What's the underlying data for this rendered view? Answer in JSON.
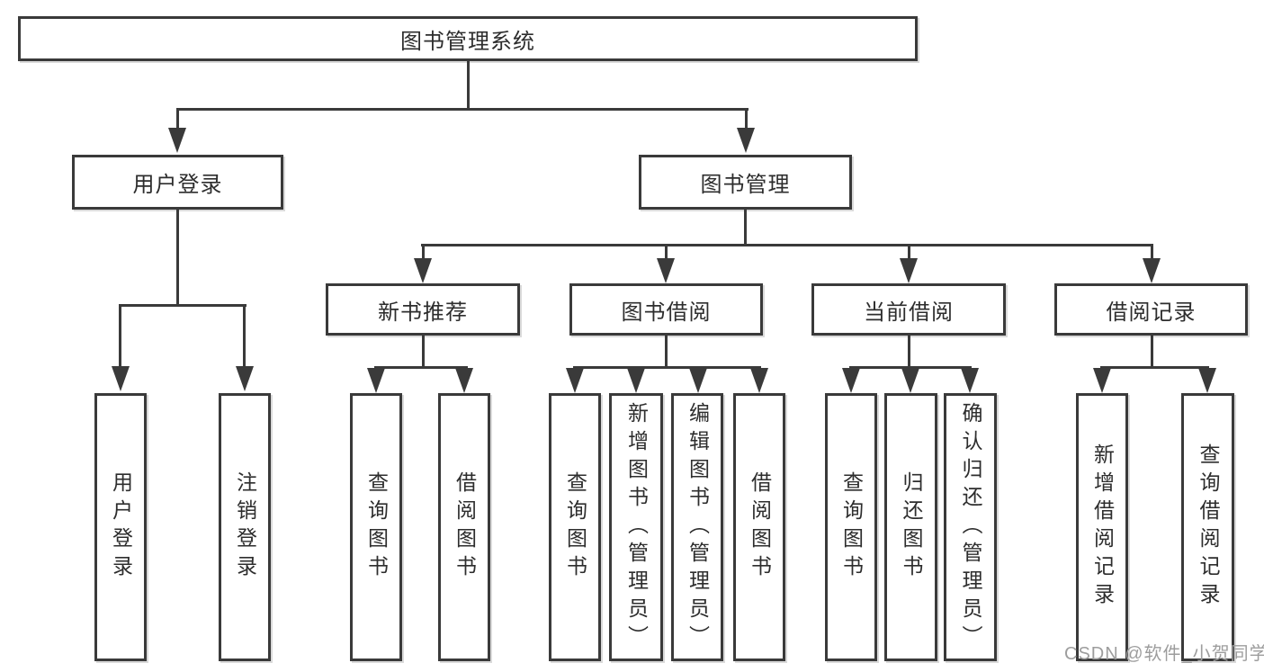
{
  "diagram": {
    "root": {
      "label": "图书管理系统"
    },
    "level2": [
      {
        "label": "用户登录"
      },
      {
        "label": "图书管理"
      }
    ],
    "level3": [
      {
        "label": "新书推荐"
      },
      {
        "label": "图书借阅"
      },
      {
        "label": "当前借阅"
      },
      {
        "label": "借阅记录"
      }
    ],
    "leaves": [
      {
        "label": "用户登录"
      },
      {
        "label": "注销登录"
      },
      {
        "label": "查询图书"
      },
      {
        "label": "借阅图书"
      },
      {
        "label": "查询图书"
      },
      {
        "label": "新增图书（管理员）"
      },
      {
        "label": "编辑图书（管理员）"
      },
      {
        "label": "借阅图书"
      },
      {
        "label": "查询图书"
      },
      {
        "label": "归还图书"
      },
      {
        "label": "确认归还（管理员）"
      },
      {
        "label": "新增借阅记录"
      },
      {
        "label": "查询借阅记录"
      }
    ],
    "watermark": "CSDN @软件_小贺同学",
    "colors": {
      "line": "#3a3a3a",
      "text": "#2d2d2d",
      "watermark": "#9d9d9d",
      "background": "#ffffff"
    }
  }
}
